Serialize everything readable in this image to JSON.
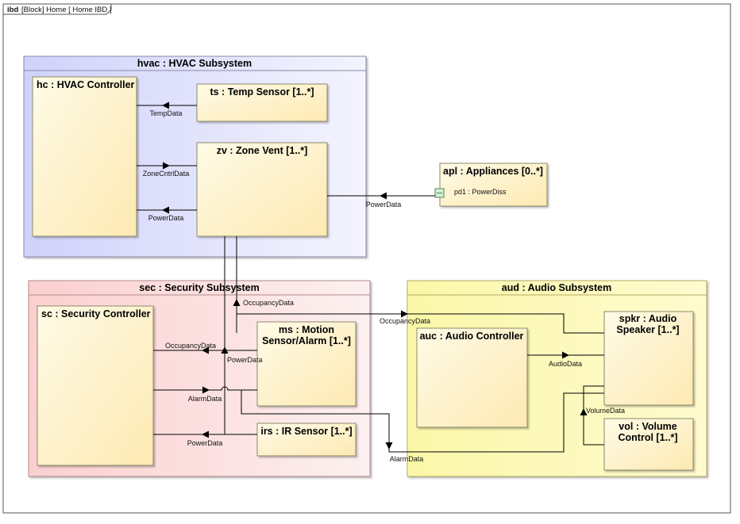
{
  "frame": {
    "kind": "ibd",
    "title": "[Block] Home [ Home IBD ]"
  },
  "parts": {
    "hvac": {
      "title": "hvac : HVAC Subsystem",
      "fill": "#dedff9"
    },
    "hc": {
      "title": "hc : HVAC Controller"
    },
    "ts": {
      "title": "ts : Temp Sensor [1..*]"
    },
    "zv": {
      "title": "zv : Zone Vent [1..*]"
    },
    "apl": {
      "title": "apl : Appliances [0..*]",
      "port": "pd1 : PowerDiss"
    },
    "sec": {
      "title": "sec : Security Subsystem",
      "fill": "#fbdede"
    },
    "sc": {
      "title": "sc : Security Controller"
    },
    "ms": {
      "title_line1": "ms : Motion",
      "title_line2": "Sensor/Alarm [1..*]"
    },
    "irs": {
      "title": "irs : IR Sensor [1..*]"
    },
    "aud": {
      "title": "aud : Audio Subsystem",
      "fill": "#fbf6b0"
    },
    "auc": {
      "title": "auc : Audio Controller"
    },
    "spkr": {
      "title_line1": "spkr : Audio",
      "title_line2": "Speaker [1..*]"
    },
    "vol": {
      "title_line1": "vol : Volume",
      "title_line2": "Control [1..*]"
    }
  },
  "connectors": {
    "temp_data": "TempData",
    "zone_cntrl_data": "ZoneCntrlData",
    "power_data_hvac": "PowerData",
    "power_data_apl": "PowerData",
    "occupancy_data_up": "OccupancyData",
    "occupancy_data_aud": "OccupancyData",
    "occupancy_data_sc": "OccupancyData",
    "power_data_sec": "PowerData",
    "alarm_data_sc": "AlarmData",
    "power_data_irs": "PowerData",
    "audio_data": "AudioData",
    "volume_data": "VolumeData",
    "alarm_data_aud": "AlarmData"
  },
  "colors": {
    "part_fill": "#fef2cd",
    "part_border": "#8a8a6a",
    "hvac_border": "#8a8aa8",
    "sec_border": "#b08a8a",
    "aud_border": "#b0a860"
  }
}
